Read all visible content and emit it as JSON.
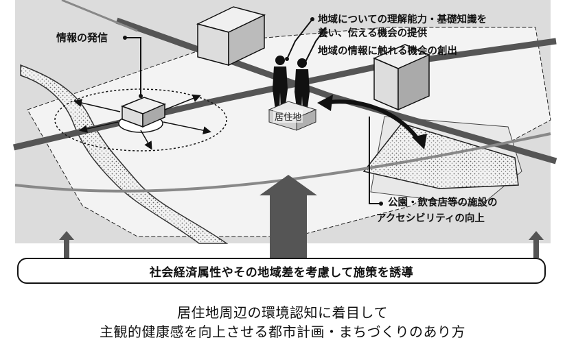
{
  "labels": {
    "info_dispatch": "情報の発信",
    "understanding_line1": "地域についての理解能力・基礎知識を",
    "understanding_line2": "養い、伝える機会の提供",
    "creation": "地域の情報に触れる機会の創出",
    "residence": "居住地",
    "access_line1": "公園・飲食店等の施設の",
    "access_line2": "アクセシビリティの向上"
  },
  "banner": {
    "text": "社会経済属性やその地域差を考慮して施策を誘導"
  },
  "caption": {
    "line1": "居住地周辺の環境認知に着目して",
    "line2": "主観的健康感を向上させる都市計画・まちづくりのあり方"
  }
}
